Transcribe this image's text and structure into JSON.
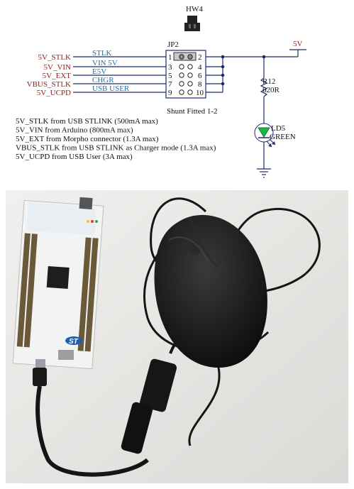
{
  "schematic": {
    "jumper_label": "HW4",
    "connector_label": "JP2",
    "shunt_note": "Shunt Fitted 1-2",
    "rail_label": "5V",
    "resistor": {
      "ref": "R12",
      "value": "620R"
    },
    "led": {
      "ref": "LD5",
      "color": "GREEN"
    },
    "net_labels": [
      "5V_STLK",
      "5V_VIN",
      "5V_EXT",
      "VBUS_STLK",
      "5V_UCPD"
    ],
    "wire_labels": [
      "STLK",
      "VIN 5V",
      "E5V",
      "CHGR",
      "USB USER"
    ],
    "pin_numbers": {
      "left": [
        "1",
        "3",
        "5",
        "7",
        "9"
      ],
      "right": [
        "2",
        "4",
        "6",
        "8",
        "10"
      ]
    },
    "notes": [
      "5V_STLK from USB STLINK (500mA max)",
      "5V_VIN from Arduino (800mA max)",
      "5V_EXT from Morpho connector (1.3A max)",
      "VBUS_STLK from USB STLINK as Charger mode (1.3A max)",
      "5V_UCPD from USB User (3A max)"
    ],
    "colors": {
      "net_label": "#a01818",
      "wire_label": "#1a73a8",
      "line": "#1f2a6e",
      "led": "#1db44c"
    }
  },
  "photo": {
    "board_logo": "ST"
  }
}
